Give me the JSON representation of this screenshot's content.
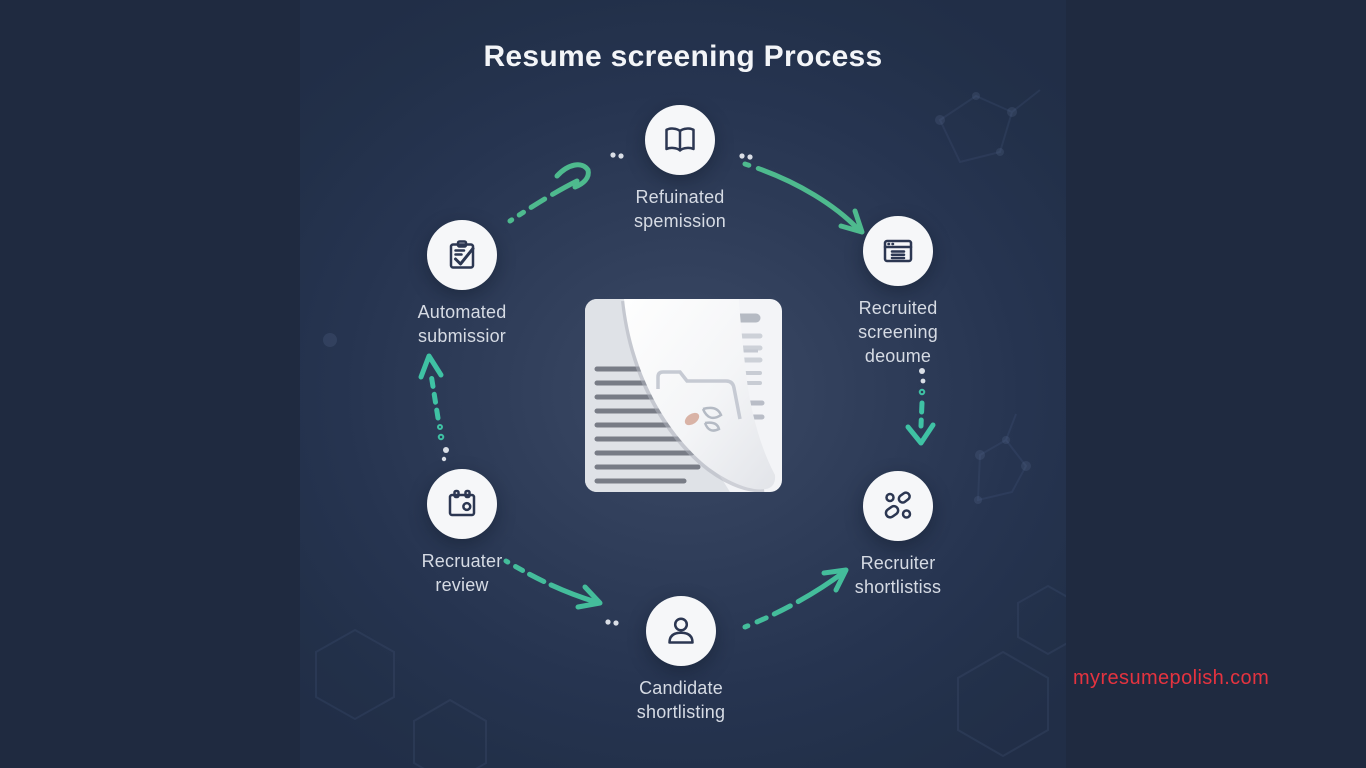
{
  "title": "Resume screening Process",
  "watermark": "myresumepolish.com",
  "colors": {
    "canvas_background": "#1f2a40",
    "photo_background": "#263450",
    "center_glow": "#3c4a66",
    "circle_fill": "#f6f7f9",
    "icon_stroke": "#2c3752",
    "label_text": "#d6dbe4",
    "title_text": "#f3f5f8",
    "arrow_green": "#4eba8e",
    "arrow_teal": "#3fc2a4",
    "watermark_red": "#e5333f"
  },
  "steps": [
    {
      "label": "Refuinated\nspemission",
      "icon": "open-book-icon"
    },
    {
      "label": "Recruited\nscreening\ndeoume",
      "icon": "browser-window-icon"
    },
    {
      "label": "Recruiter\nshortlistiss",
      "icon": "scatter-nodes-icon"
    },
    {
      "label": "Candidate\nshortlisting",
      "icon": "person-icon"
    },
    {
      "label": "Recruater\nreview",
      "icon": "calendar-icon"
    },
    {
      "label": "Automated\nsubmissior",
      "icon": "clipboard-check-icon"
    }
  ],
  "center": {
    "illustration": "resume-document-with-page-curl"
  }
}
